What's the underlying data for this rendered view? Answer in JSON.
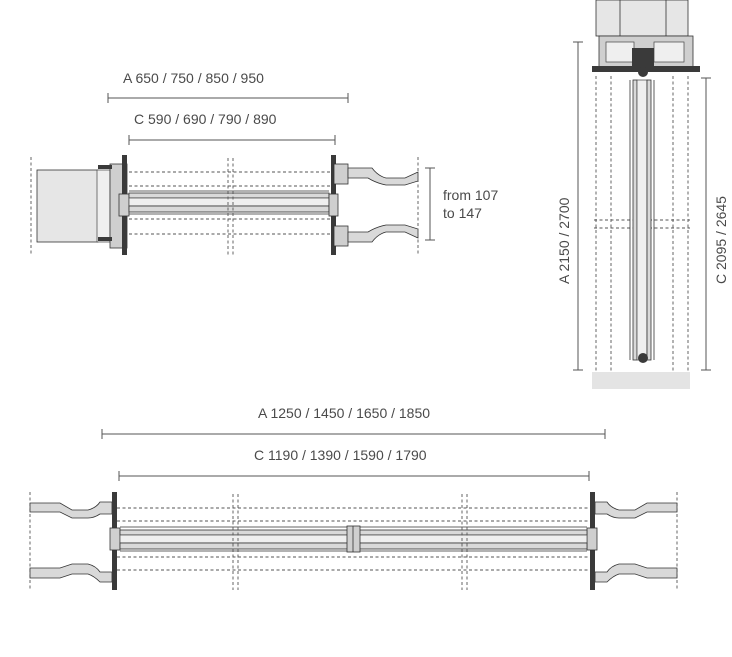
{
  "single_door_plan": {
    "dim_a": "A  650 / 750 / 850 / 950",
    "dim_c": "C  590 / 690 / 790 / 890",
    "thickness_line1": "from 107",
    "thickness_line2": "to 147"
  },
  "vertical_section": {
    "dim_a": "A  2150 / 2700",
    "dim_c": "C  2095 / 2645"
  },
  "double_door_plan": {
    "dim_a": "A 1250 / 1450 / 1650 / 1850",
    "dim_c": "C  1190 / 1390 / 1590 / 1790"
  }
}
